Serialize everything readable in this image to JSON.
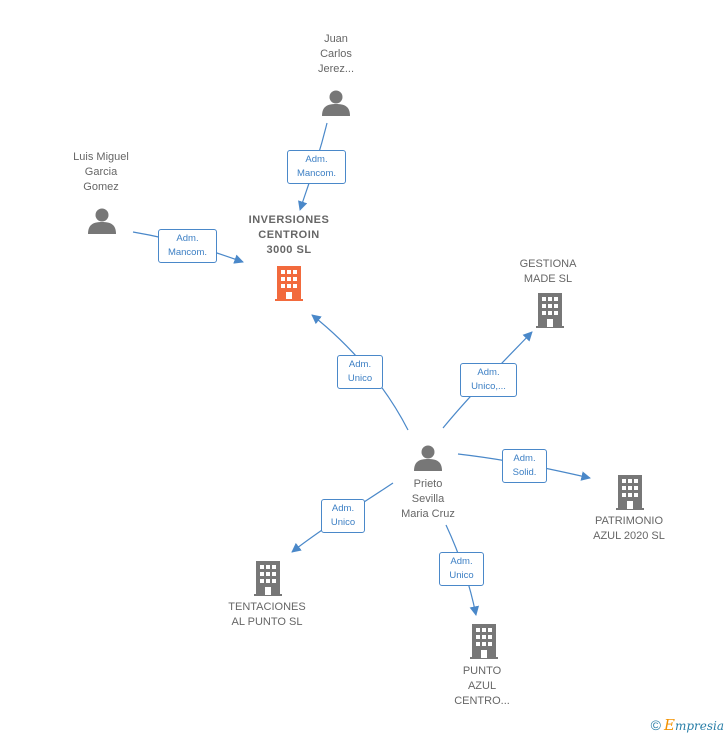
{
  "colors": {
    "edge": "#4a88c9",
    "person_icon": "#777777",
    "company_icon": "#777777",
    "focus_icon": "#f26a3d"
  },
  "nodes": {
    "juan": {
      "lines": [
        "Juan",
        "Carlos",
        "Jerez..."
      ],
      "icon": "person-icon"
    },
    "luis": {
      "lines": [
        "Luis Miguel",
        "Garcia",
        "Gomez"
      ],
      "icon": "person-icon"
    },
    "inversiones": {
      "lines": [
        "INVERSIONES",
        "CENTROIN",
        "3000  SL"
      ],
      "icon": "building-icon"
    },
    "gestiona": {
      "lines": [
        "GESTIONA",
        "MADE  SL"
      ],
      "icon": "building-icon"
    },
    "prieto": {
      "lines": [
        "Prieto",
        "Sevilla",
        "Maria Cruz"
      ],
      "icon": "person-icon"
    },
    "patrimonio": {
      "lines": [
        "PATRIMONIO",
        "AZUL 2020 SL"
      ],
      "icon": "building-icon"
    },
    "tentaciones": {
      "lines": [
        "TENTACIONES",
        "AL PUNTO  SL"
      ],
      "icon": "building-icon"
    },
    "punto": {
      "lines": [
        "PUNTO",
        "AZUL",
        "CENTRO..."
      ],
      "icon": "building-icon"
    }
  },
  "edges": {
    "juan_inv": {
      "lines": [
        "Adm.",
        "Mancom."
      ]
    },
    "luis_inv": {
      "lines": [
        "Adm.",
        "Mancom."
      ]
    },
    "prieto_inv": {
      "lines": [
        "Adm.",
        "Unico"
      ]
    },
    "prieto_gest": {
      "lines": [
        "Adm.",
        "Unico,..."
      ]
    },
    "prieto_patr": {
      "lines": [
        "Adm.",
        "Solid."
      ]
    },
    "prieto_tent": {
      "lines": [
        "Adm.",
        "Unico"
      ]
    },
    "prieto_punto": {
      "lines": [
        "Adm.",
        "Unico"
      ]
    }
  },
  "watermark": {
    "symbol": "©",
    "brand_first": "E",
    "brand_rest": "mpresia"
  }
}
